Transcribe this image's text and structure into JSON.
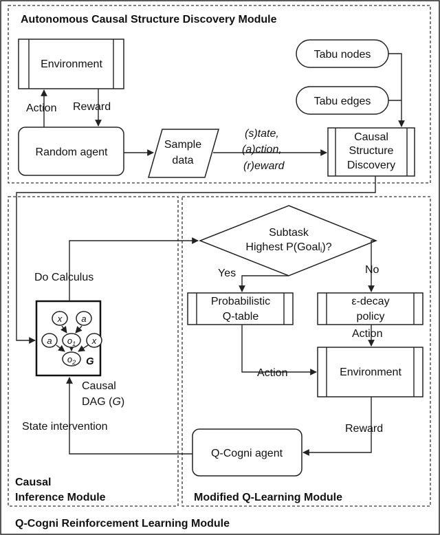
{
  "modules": {
    "acsd": "Autonomous Causal Structure Discovery Module",
    "cim_line1": "Causal",
    "cim_line2": "Inference Module",
    "mql": "Modified Q-Learning Module",
    "qcogni": "Q-Cogni Reinforcement Learning Module"
  },
  "nodes": {
    "environment_top": "Environment",
    "random_agent": "Random agent",
    "sample_data_line1": "Sample",
    "sample_data_line2": "data",
    "tabu_nodes": "Tabu nodes",
    "tabu_edges": "Tabu edges",
    "csd_line1": "Causal",
    "csd_line2": "Structure",
    "csd_line3": "Discovery",
    "decision_line1": "Subtask",
    "decision_line2_pre": "Highest P(Goal",
    "decision_sub": "i",
    "decision_line2_post": ")?",
    "pq_line1": "Probabilistic",
    "pq_line2": "Q-table",
    "eps_line1": "ε-decay",
    "eps_line2": "policy",
    "environment_bottom": "Environment",
    "qcogni_agent": "Q-Cogni agent"
  },
  "dag": {
    "label": "G",
    "caption_line1": "Causal",
    "caption_line2_pre": "DAG (",
    "caption_line2_g": "G",
    "caption_line2_post": ")",
    "nodes": [
      {
        "text": "x",
        "sub": ""
      },
      {
        "text": "a",
        "sub": ""
      },
      {
        "text": "a",
        "sub": ""
      },
      {
        "text": "o",
        "sub": "1"
      },
      {
        "text": "x",
        "sub": ""
      },
      {
        "text": "o",
        "sub": "2"
      }
    ]
  },
  "edge_labels": {
    "action_top": "Action",
    "reward_top": "Reward",
    "sar_line1": "(s)tate,",
    "sar_line2": "(a)ction,",
    "sar_line3": "(r)eward",
    "do_calculus": "Do Calculus",
    "yes": "Yes",
    "no": "No",
    "action_eps": "Action",
    "action_pq": "Action",
    "reward_bottom": "Reward",
    "state_intervention": "State intervention"
  }
}
